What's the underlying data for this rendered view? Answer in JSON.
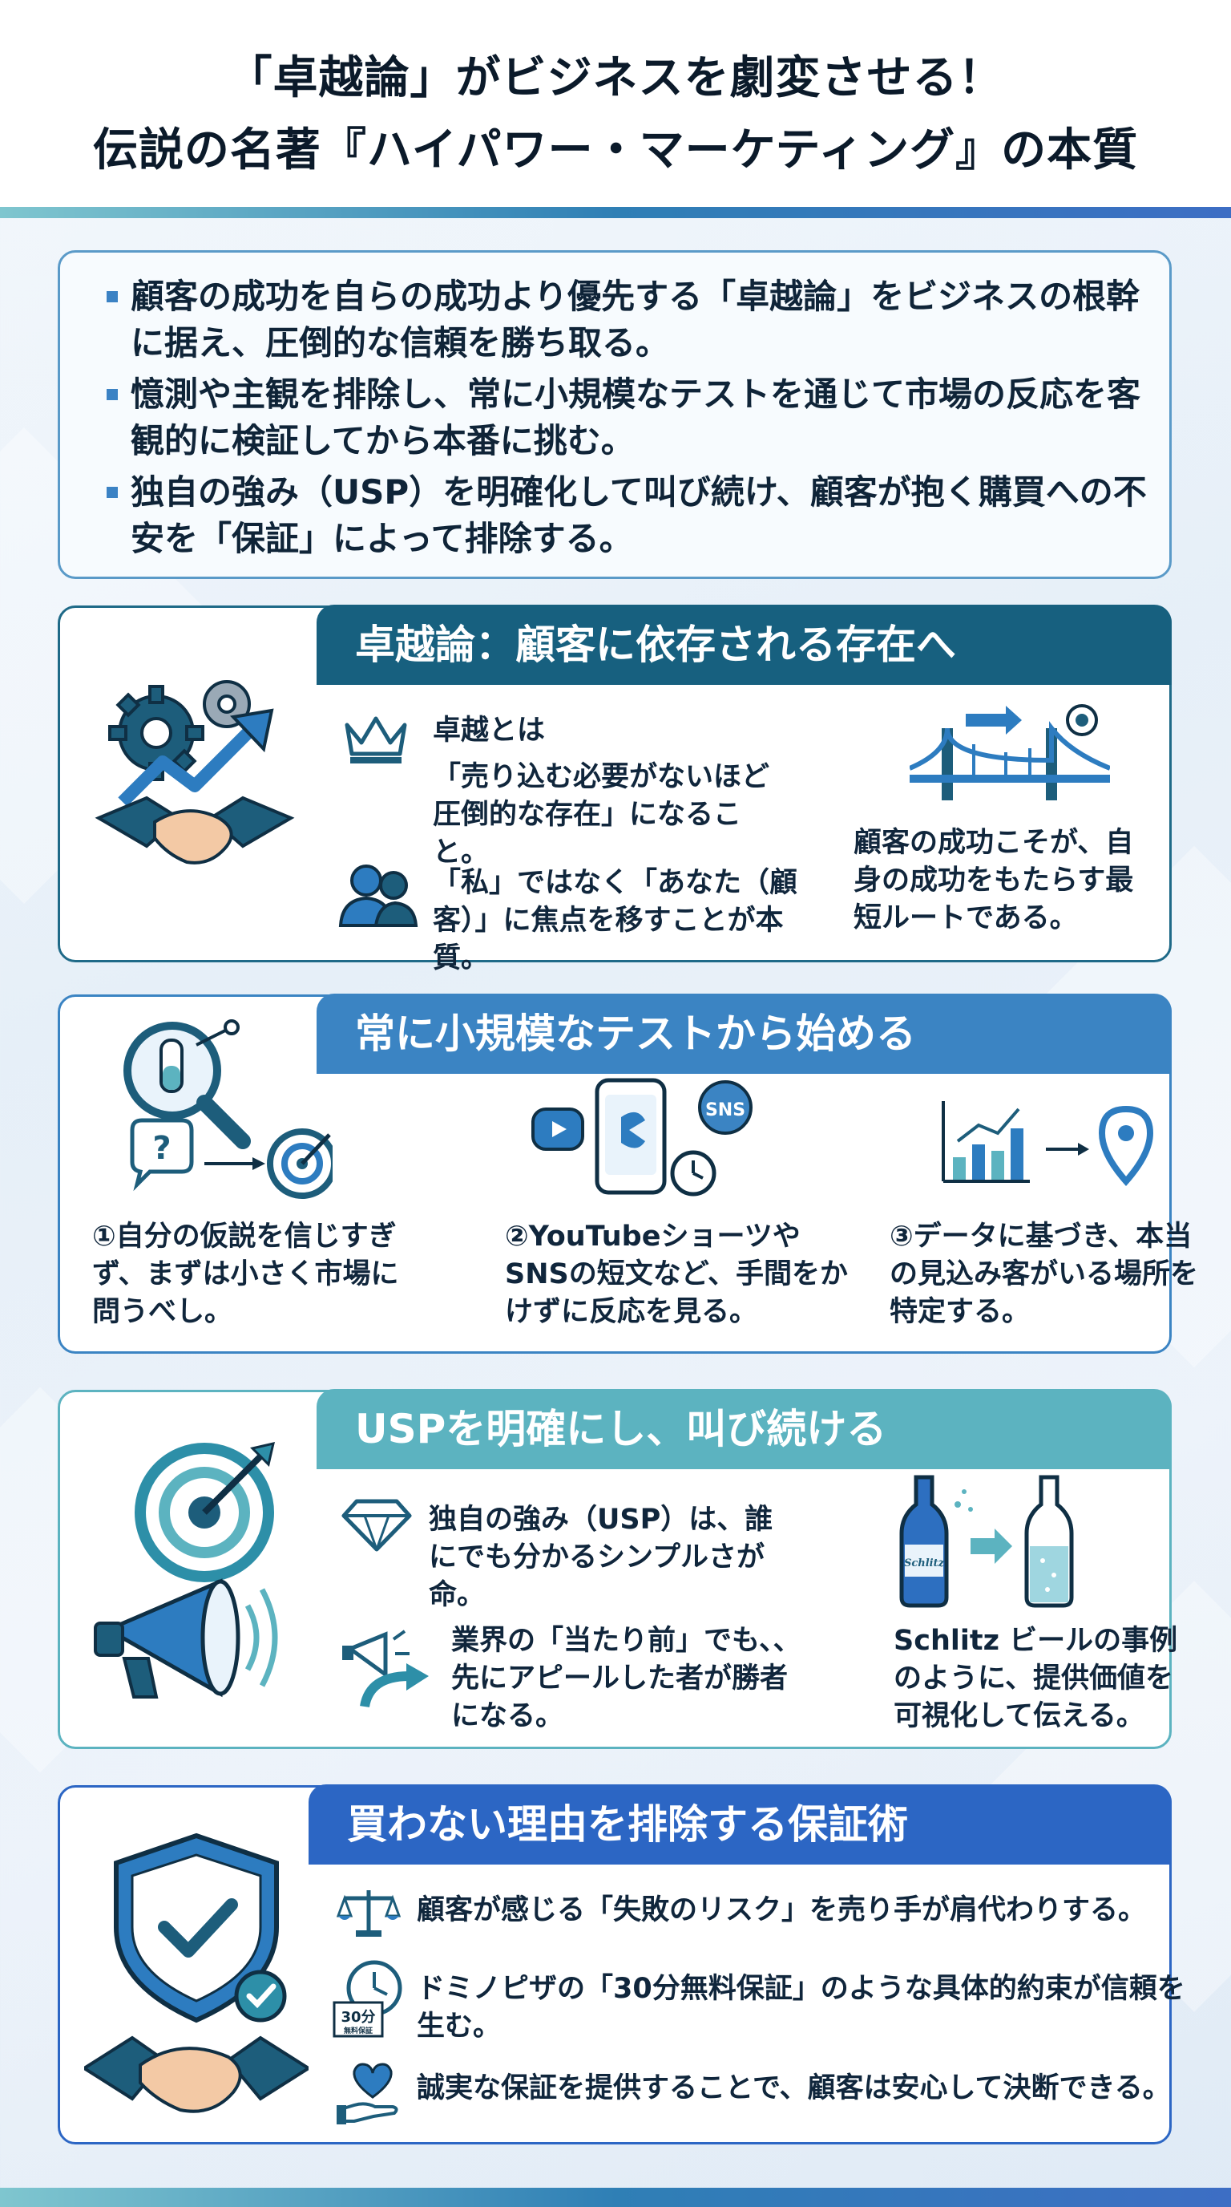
{
  "title": {
    "line1": "「卓越論」がビジネスを劇変させる！",
    "line2": "伝説の名著『ハイパワー・マーケティング』の本質"
  },
  "summary": [
    "顧客の成功を自らの成功より優先する「卓越論」をビジネスの根幹に据え、圧倒的な信頼を勝ち取る。",
    "憶測や主観を排除し、常に小規模なテストを通じて市場の反応を客観的に検証してから本番に挑む。",
    "独自の強み（USP）を明確化して叫び続け、顧客が抱く購買への不安を「保証」によって排除する。"
  ],
  "sections": {
    "s1": {
      "title": "卓越論：顧客に依存される存在へ",
      "item1_title": "卓越とは",
      "item1_text": "「売り込む必要がないほど圧倒的な存在」になること。",
      "item2_text": "「私」ではなく「あなた（顧客）」に焦点を移すことが本質。",
      "item3_text": "顧客の成功こそが、自身の成功をもたらす最短ルートである。"
    },
    "s2": {
      "title": "常に小規模なテストから始める",
      "item1_text": "①自分の仮説を信じすぎず、まずは小さく市場に問うべし。",
      "item2_text": "②YouTubeショーツやSNSの短文など、手間をかけずに反応を見る。",
      "item3_text": "③データに基づき、本当の見込み客がいる場所を特定する。",
      "sns_label": "SNS"
    },
    "s3": {
      "title": "USPを明確にし、叫び続ける",
      "item1_text": "独自の強み（USP）は、誰にでも分かるシンプルさが命。",
      "item2_text": "業界の「当たり前」でも、、先にアピールした者が勝者になる。",
      "item3_text": "Schlitz ビールの事例のように、提供価値を可視化して伝える。",
      "bottle_label": "Schlitz"
    },
    "s4": {
      "title": "買わない理由を排除する保証術",
      "item1_text": "顧客が感じる「失敗のリスク」を売り手が肩代わりする。",
      "item2_text": "ドミノピザの「30分無料保証」のような具体的約束が信頼を生む。",
      "item3_text": "誠実な保証を提供することで、顧客は安心して決断できる。",
      "clock_label": "30分",
      "clock_sub": "無料保証"
    }
  },
  "colors": {
    "s1_header": "#17607f",
    "s2_header": "#3b84c3",
    "s3_header": "#5cb3c0",
    "s4_header": "#2c66c4",
    "accent": "#3b82c4"
  }
}
